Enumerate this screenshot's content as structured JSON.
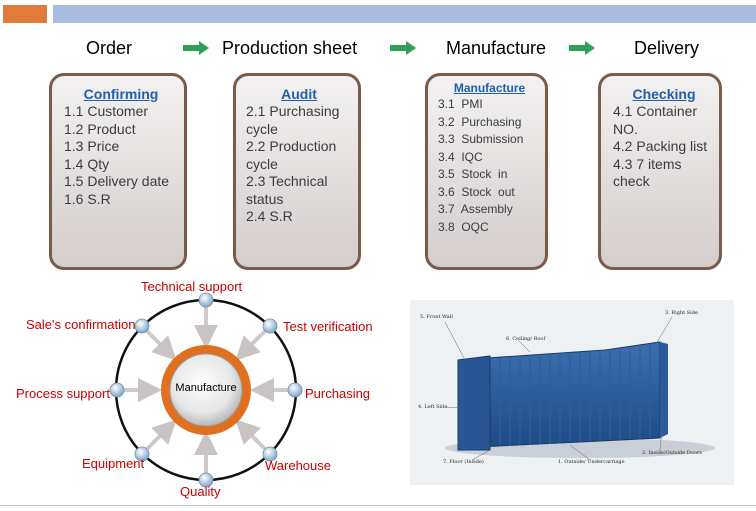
{
  "stages": [
    "Order",
    "Production sheet",
    "Manufacture",
    "Delivery"
  ],
  "cards": [
    {
      "title": "Confirming",
      "items": [
        "1.1 Customer",
        "1.2 Product",
        "1.3 Price",
        "1.4 Qty",
        "1.5 Delivery date",
        "1.6 S.R"
      ]
    },
    {
      "title": "Audit",
      "items": [
        "2.1 Purchasing",
        "cycle",
        "2.2 Production",
        "cycle",
        "2.3 Technical",
        "status",
        "2.4 S.R"
      ]
    },
    {
      "title": "Manufacture",
      "items": [
        "3.1  PMI",
        "3.2  Purchasing",
        "3.3  Submission",
        "3.4  IQC",
        "3.5  Stock  in",
        "3.6  Stock  out",
        "3.7  Assembly",
        "3.8  OQC"
      ]
    },
    {
      "title": "Checking",
      "items": [
        "4.1 Container",
        "NO.",
        "4.2 Packing list",
        "4.3 7 items",
        "check"
      ]
    }
  ],
  "hub": {
    "center": "Manufacture",
    "spokes": [
      "Technical support",
      "Test verification",
      "Purchasing",
      "Warehouse",
      "Quality",
      "Equipment",
      "Process support",
      "Sale's confirmation"
    ]
  },
  "container": {
    "labels": [
      "5. Front Wall",
      "6. Ceiling/ Roof",
      "3. Right Side",
      "4. Left Side",
      "7. Floor (Inside)",
      "1. Outside/ Undercarriage",
      "2. Inside/Outside Doors"
    ]
  },
  "colors": {
    "accent_orange": "#e07b39",
    "header_blue": "#a9bde0",
    "card_title": "#1f5fb0",
    "spoke_text": "#cc0000",
    "card_border": "#7a5a48",
    "arrow_green": "#2e9e5b"
  }
}
